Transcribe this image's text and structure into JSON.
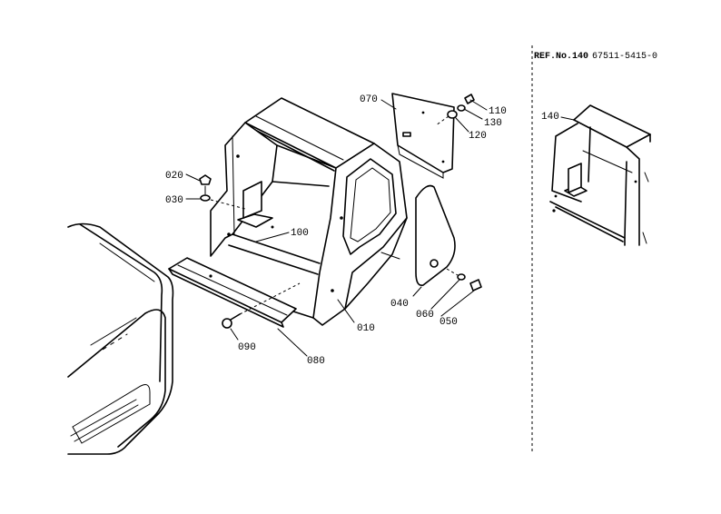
{
  "reference": {
    "label": "REF.No.140",
    "part_number": "67511-5415-0"
  },
  "callouts": [
    {
      "id": "010"
    },
    {
      "id": "020"
    },
    {
      "id": "030"
    },
    {
      "id": "040"
    },
    {
      "id": "050"
    },
    {
      "id": "060"
    },
    {
      "id": "070"
    },
    {
      "id": "080"
    },
    {
      "id": "090"
    },
    {
      "id": "100"
    },
    {
      "id": "110"
    },
    {
      "id": "120"
    },
    {
      "id": "130"
    },
    {
      "id": "140"
    }
  ],
  "colors": {
    "ink": "#000000",
    "paper": "#ffffff"
  }
}
